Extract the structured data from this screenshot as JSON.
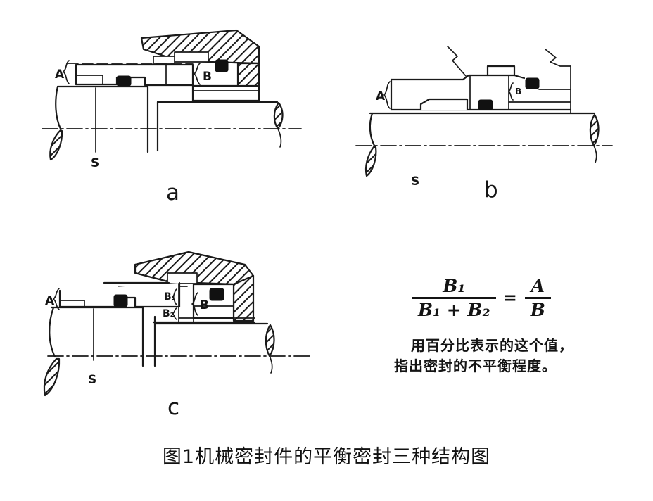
{
  "colors": {
    "ink": "#1a1a1a",
    "paper": "#ffffff",
    "seal_fill": "#111111"
  },
  "diagram_a": {
    "caption": "a",
    "labels": {
      "A": "A",
      "B": "B",
      "S": "S"
    }
  },
  "diagram_b": {
    "caption": "b",
    "labels": {
      "A": "A",
      "B": "B",
      "S": "S"
    }
  },
  "diagram_c": {
    "caption": "c",
    "labels": {
      "A": "A",
      "B1": "B₁",
      "B2": "B₂",
      "B": "B",
      "S": "S"
    }
  },
  "formula": {
    "lhs_numerator": "B₁",
    "lhs_denominator": "B₁ + B₂",
    "equals": "=",
    "rhs_numerator": "A",
    "rhs_denominator": "B",
    "note_line1": "用百分比表示的这个值，",
    "note_line2": "指出密封的不平衡程度。"
  },
  "figure_caption": "图1机械密封件的平衡密封三种结构图"
}
